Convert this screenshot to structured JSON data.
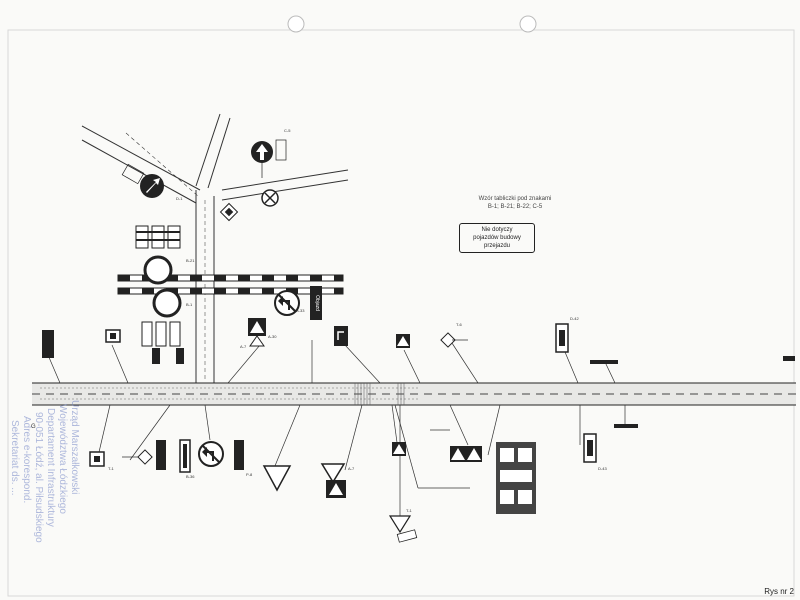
{
  "note": {
    "heading": "Wzór tabliczki pod znakami",
    "sign_codes": "B-1; B-21; B-22; C-5",
    "plate_line1": "Nie dotyczy",
    "plate_line2": "pojazdów budowy",
    "plate_line3": "przejazdu"
  },
  "caption": "Rys nr 2",
  "detour_sign": "Objazd",
  "stamp_lines": [
    "Urząd Marszałkowski",
    "Województwa Łódzkiego",
    "Departament Infrastruktury",
    "90-051 Łódź, al. Piłsudskiego",
    "Adres e-korespond.",
    "Sekretariat ds. ..."
  ],
  "edge_mark": "G",
  "sign_labels": [
    "C-5",
    "D-1",
    "B-21",
    "B-1",
    "A-7",
    "B-33",
    "D-42",
    "T-6",
    "T-1",
    "D-43",
    "P-8",
    "B-36",
    "A-30",
    "A-7",
    "T-1"
  ],
  "colors": {
    "line": "#222222",
    "road_fill": "#e8e8e6",
    "stamp": "#6f82c4"
  }
}
